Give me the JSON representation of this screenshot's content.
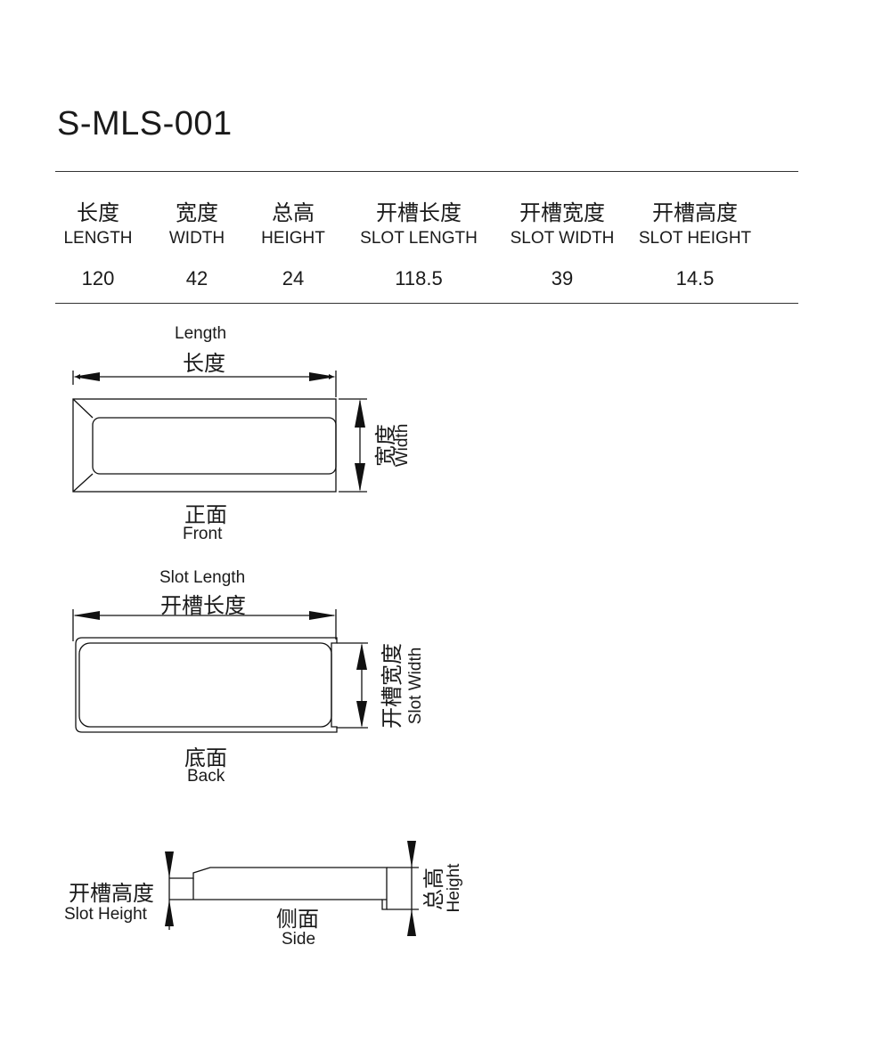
{
  "title": "S-MLS-001",
  "specs": {
    "columns": [
      {
        "zh": "长度",
        "en": "LENGTH",
        "value": "120"
      },
      {
        "zh": "宽度",
        "en": "WIDTH",
        "value": "42"
      },
      {
        "zh": "总高",
        "en": "HEIGHT",
        "value": "24"
      },
      {
        "zh": "开槽长度",
        "en": "SLOT LENGTH",
        "value": "118.5"
      },
      {
        "zh": "开槽宽度",
        "en": "SLOT WIDTH",
        "value": "39"
      },
      {
        "zh": "开槽高度",
        "en": "SLOT HEIGHT",
        "value": "14.5"
      }
    ]
  },
  "front": {
    "length_en": "Length",
    "length_zh": "长度",
    "width_zh": "宽度",
    "width_en": "Width",
    "view_zh": "正面",
    "view_en": "Front"
  },
  "back": {
    "length_en": "Slot Length",
    "length_zh": "开槽长度",
    "width_zh": "开槽宽度",
    "width_en": "Slot Width",
    "view_zh": "底面",
    "view_en": "Back"
  },
  "side": {
    "slot_height_zh": "开槽高度",
    "slot_height_en": "Slot Height",
    "height_zh": "总高",
    "height_en": "Height",
    "view_zh": "侧面",
    "view_en": "Side"
  }
}
